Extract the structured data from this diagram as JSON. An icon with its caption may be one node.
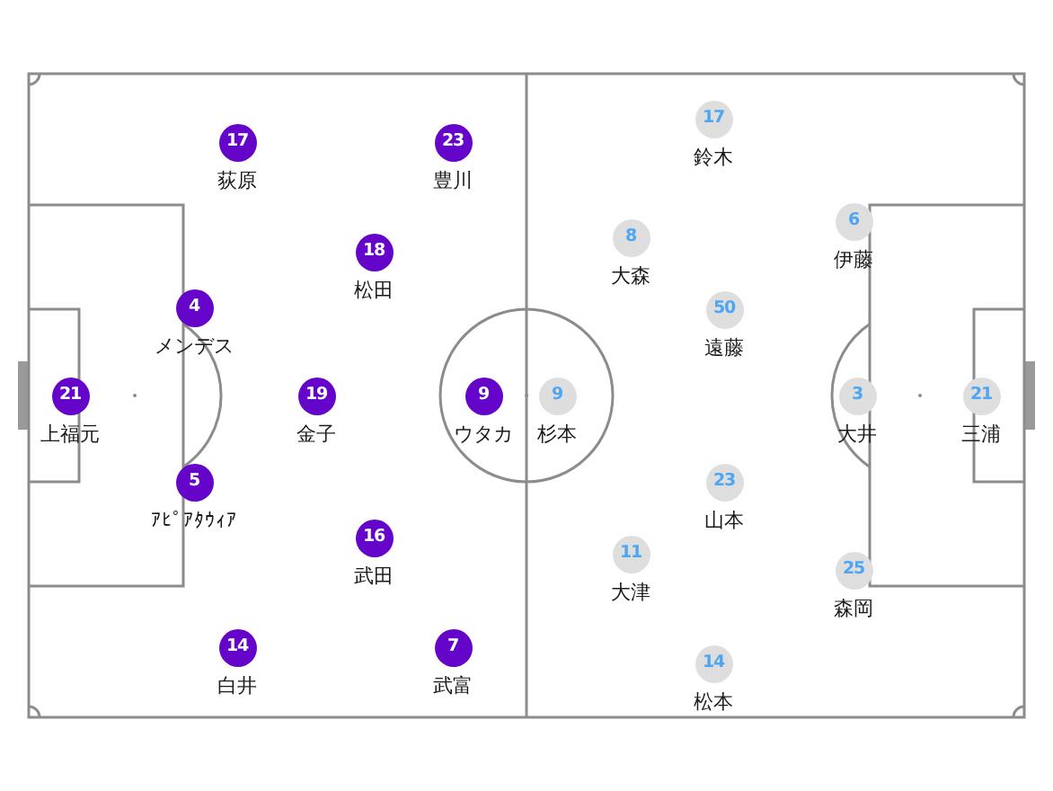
{
  "diagram": {
    "nodes": [
      {
        "text": [
          "17"
        ],
        "beside": [
          "荻原"
        ]
      },
      {
        "text": [
          "23"
        ],
        "beside": [
          "豊川"
        ]
      },
      {
        "text": [
          "18"
        ],
        "beside": [
          "松田"
        ]
      },
      {
        "text": [
          "4"
        ],
        "beside": [
          "メンデス"
        ]
      },
      {
        "text": [
          "21"
        ],
        "beside": [
          "上福元"
        ]
      },
      {
        "text": [
          "19"
        ],
        "beside": [
          "金子"
        ]
      },
      {
        "text": [
          "9"
        ],
        "beside": [
          "ウタカ"
        ]
      },
      {
        "text": [
          "5"
        ],
        "beside": [
          "ｱﾋﾟｱﾀｳｨｱ"
        ]
      },
      {
        "text": [
          "16"
        ],
        "beside": [
          "武田"
        ]
      },
      {
        "text": [
          "14"
        ],
        "beside": [
          "白井"
        ]
      },
      {
        "text": [
          "7"
        ],
        "beside": [
          "武富"
        ]
      },
      {
        "text": [
          "17"
        ],
        "beside": [
          "鈴木"
        ]
      },
      {
        "text": [
          "8"
        ],
        "beside": [
          "大森"
        ]
      },
      {
        "text": [
          "6"
        ],
        "beside": [
          "伊藤"
        ]
      },
      {
        "text": [
          "50"
        ],
        "beside": [
          "遠藤"
        ]
      },
      {
        "text": [
          "9"
        ],
        "beside": [
          "杉本"
        ]
      },
      {
        "text": [
          "3"
        ],
        "beside": [
          "大井"
        ]
      },
      {
        "text": [
          "21"
        ],
        "beside": [
          "三浦"
        ]
      },
      {
        "text": [
          "23"
        ],
        "beside": [
          "山本"
        ]
      },
      {
        "text": [
          "11"
        ],
        "beside": [
          "大津"
        ]
      },
      {
        "text": [
          "25"
        ],
        "beside": [
          "森岡"
        ]
      },
      {
        "text": [
          "14"
        ],
        "beside": [
          "松本"
        ]
      }
    ]
  }
}
